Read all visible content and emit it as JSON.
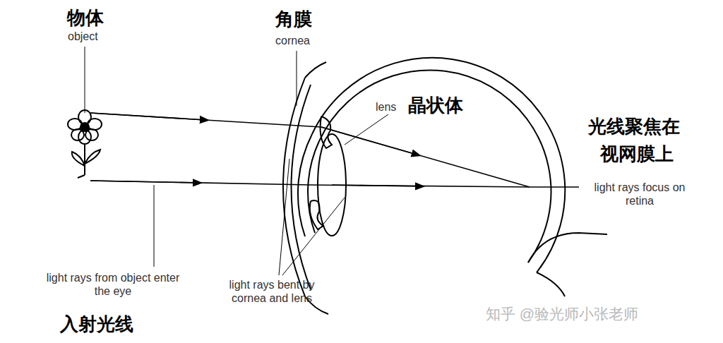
{
  "diagram": {
    "labels": [
      "物体",
      "object",
      "角膜",
      "cornea",
      "lens",
      "晶状体",
      "光线聚焦在",
      "视网膜上",
      "light rays focus on retina",
      "light rays from object enter the eye",
      "light rays bent by cornea and lens",
      "入射光线",
      "知乎 @验光师小张老师"
    ]
  }
}
